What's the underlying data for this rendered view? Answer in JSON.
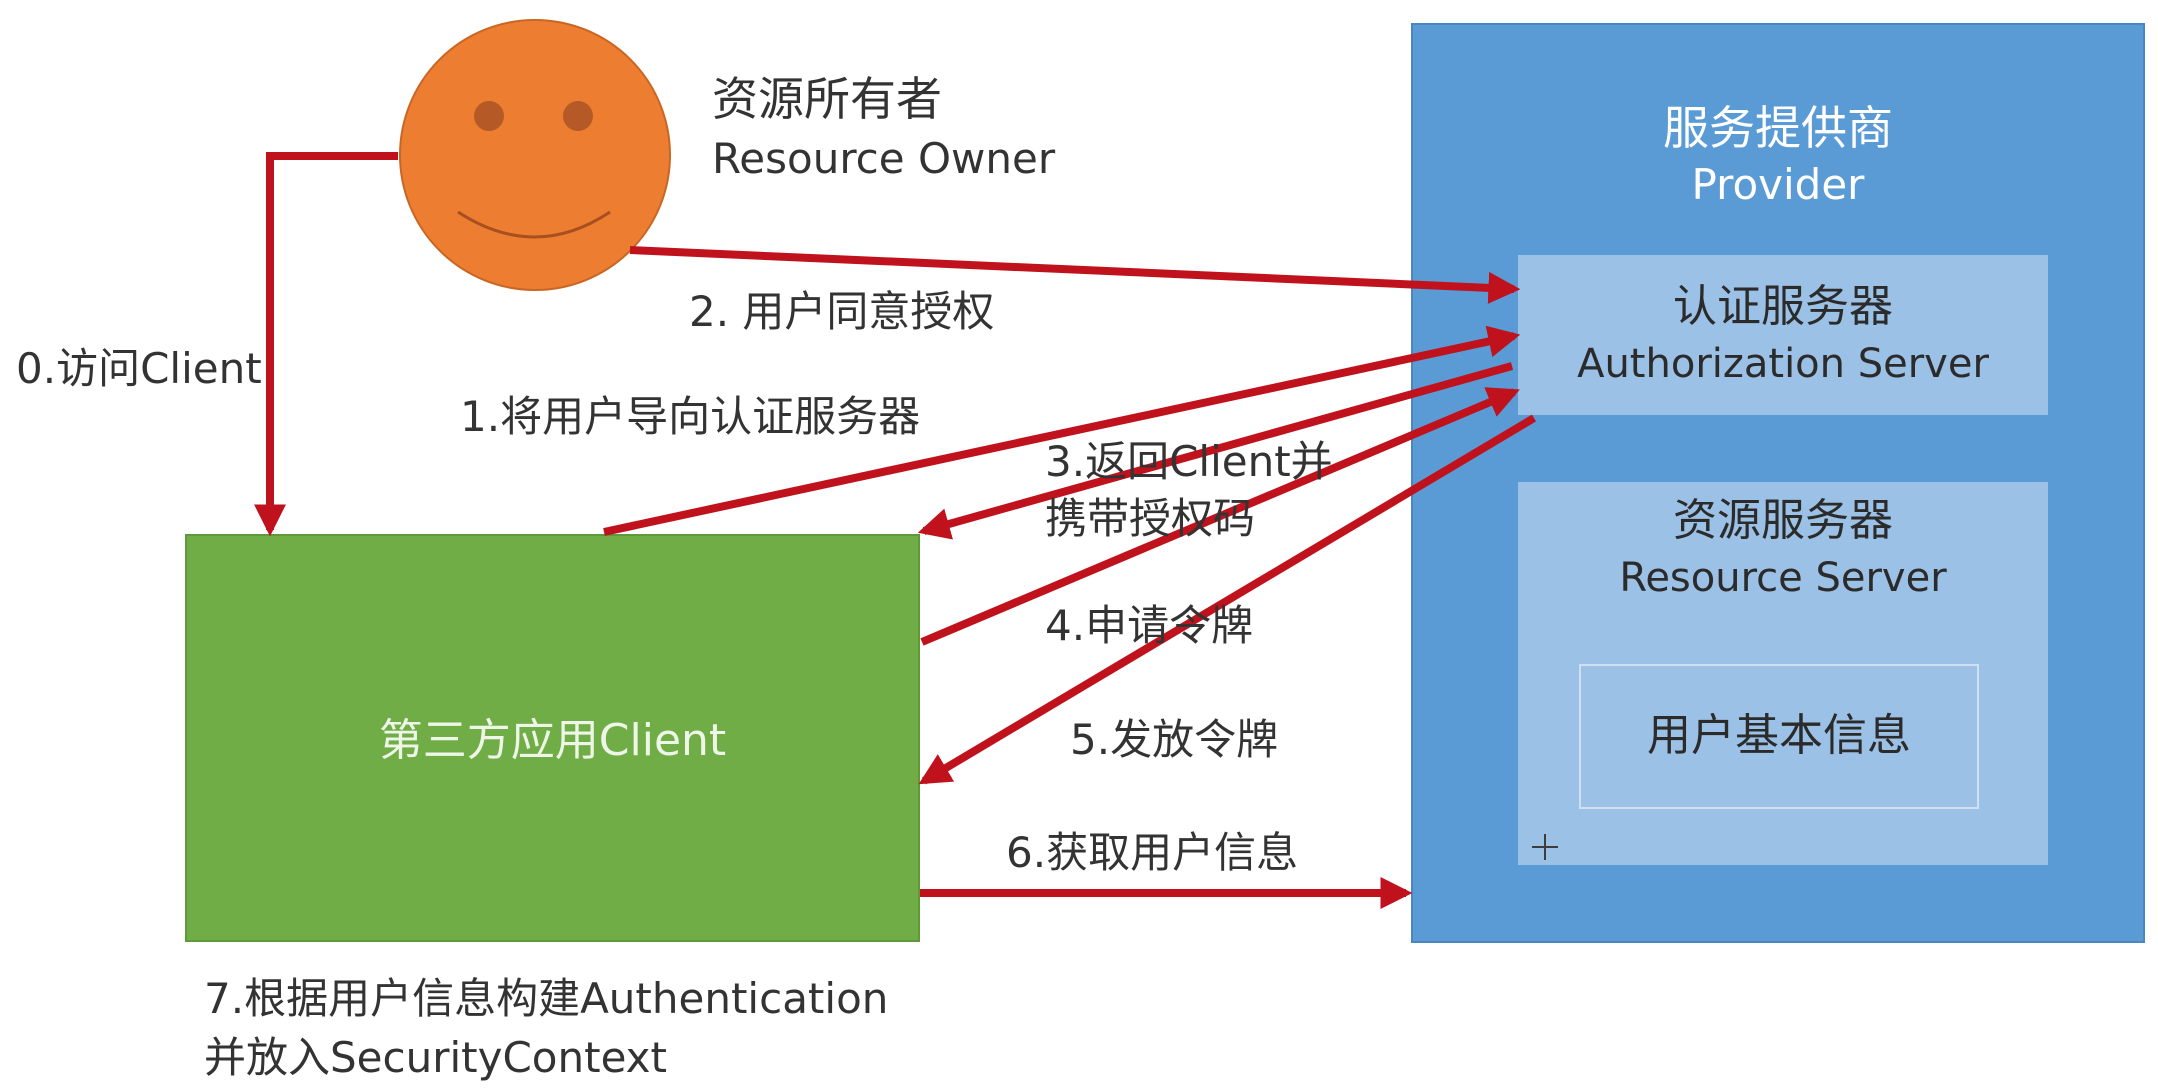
{
  "resource_owner": {
    "title_cn": "资源所有者",
    "title_en": "Resource Owner"
  },
  "provider": {
    "title_cn": "服务提供商",
    "title_en": "Provider",
    "auth_server": {
      "title_cn": "认证服务器",
      "title_en": "Authorization Server"
    },
    "resource_server": {
      "title_cn": "资源服务器",
      "title_en": "Resource Server",
      "user_info": "用户基本信息"
    }
  },
  "client": {
    "title": "第三方应用Client"
  },
  "steps": {
    "s0": "0.访问Client",
    "s1": "1.将用户导向认证服务器",
    "s2": "2. 用户同意授权",
    "s3_line1": "3.返回Client并",
    "s3_line2": "携带授权码",
    "s4": "4.申请令牌",
    "s5": "5.发放令牌",
    "s6": "6.获取用户信息",
    "s7_line1": "7.根据用户信息构建Authentication",
    "s7_line2": "并放入SecurityContext"
  },
  "colors": {
    "arrow": "#c0121c",
    "face": "#ed7d31",
    "provider": "#5b9bd5",
    "server_box": "#9cc1e6",
    "client": "#70ad47"
  }
}
